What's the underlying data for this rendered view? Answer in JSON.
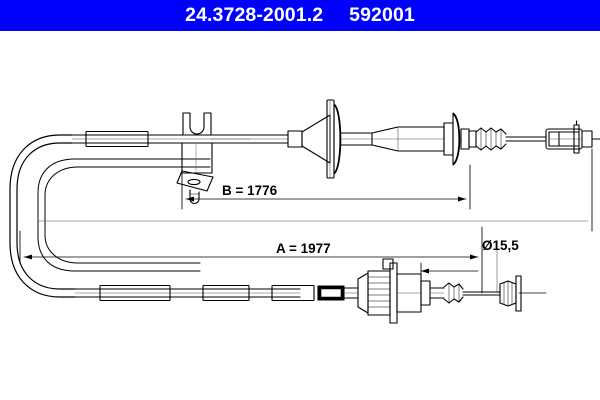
{
  "header": {
    "part_number": "24.3728-2001.2",
    "drawing_number": "592001",
    "background_color": "#0000ff",
    "text_color": "#ffffff"
  },
  "drawing": {
    "title": "clutch-cable-assembly-technical-drawing",
    "line_color": "#000000",
    "background_color": "#ffffff",
    "annotations": {
      "dimension_b": "B = 1776",
      "dimension_a": "A = 1977",
      "diameter": "Ø15,5"
    },
    "components": {
      "upper_cable_label": "upper-cable-run",
      "lower_cable_label": "lower-cable-run",
      "bend_label": "cable-u-bend",
      "bracket_label": "mounting-bracket-fork",
      "grommet_label": "conical-grommet-flange",
      "bellows_label": "rubber-bellows-boot",
      "clevis_label": "clevis-fork-end",
      "adjuster_label": "threaded-adjuster-nut",
      "nipple_label": "barrel-nipple-end",
      "sleeve_label": "cable-sleeve-segment"
    }
  },
  "chart_data": {
    "type": "table",
    "title": "ATE clutch cable dimensions",
    "categories": [
      "B",
      "A",
      "Ø"
    ],
    "values": [
      1776,
      1977,
      15.5
    ],
    "units": "mm",
    "labels": [
      "B = 1776",
      "A = 1977",
      "Ø15,5"
    ]
  }
}
